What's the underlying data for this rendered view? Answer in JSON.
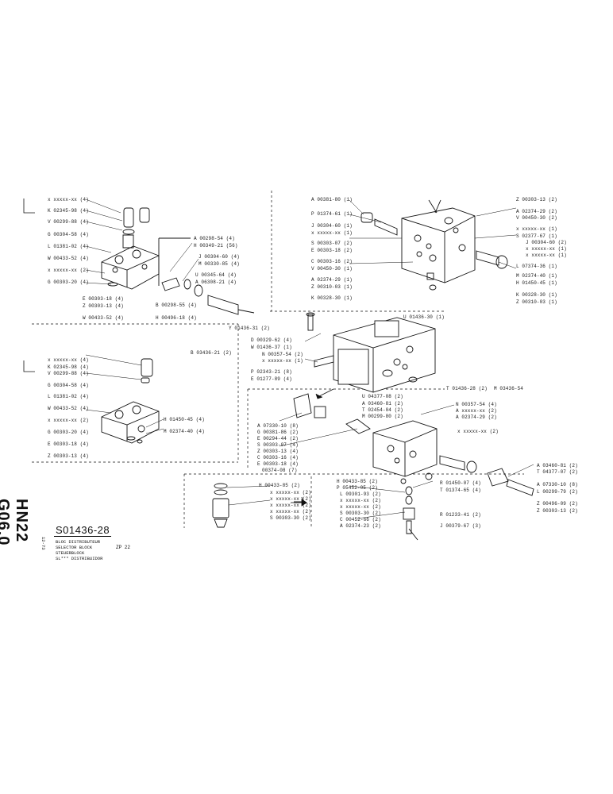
{
  "sheet": {
    "side_code": "HN22 G06.0",
    "part_number": "S01436-28",
    "title_lines": [
      "BLOC DISTRIBUTEUR",
      "SELECTOR BLOCK",
      "STEUERBLOCK",
      "SL*** DISTRIBUIDOR"
    ],
    "model": "ZP 22",
    "date": "12-73"
  },
  "groups": {
    "top_left": [
      "x xxxxx-xx (4)",
      "K 02345-98 (4)",
      "V 00299-88 (4)",
      "G 00304-58 (4)",
      "L 01381-02 (4)",
      "W 00433-52 (4)",
      "x xxxxx-xx (2)",
      "G 00303-20 (4)"
    ],
    "top_left_bottom": [
      "E 00303-18 (4)",
      "Z 00303-13 (4)",
      "W 00433-52 (4)"
    ],
    "top_mid": [
      "A 00298-54 (4)",
      "H 00349-21 (56)",
      "J 00304-60 (4)",
      "M 00330-85 (4)",
      "U 00345-64 (4)",
      "A 06308-21 (4)"
    ],
    "top_mid_bottom": [
      "B 00298-55 (4)",
      "H 00496-18 (4)",
      "Y 01436-31 (2)"
    ],
    "top_right_left": [
      "A 00381-80 (1)",
      "P 01374-61 (1)",
      "J 00304-60 (1)",
      "x xxxxx-xx (1)",
      "S 00303-07 (2)",
      "E 00303-18 (2)",
      "C 00303-16 (2)",
      "V 00450-30 (1)",
      "A 02374-29 (1)",
      "Z 00310-03 (1)",
      "K 00328-30 (1)"
    ],
    "top_right_right": [
      "Z 00303-13 (2)",
      "A 02374-29 (2)",
      "V 00450-30 (2)",
      "x xxxxx-xx (1)",
      "S 02377-67 (1)",
      "J 00304-60 (2)",
      "x xxxxx-xx (1)",
      "x xxxxx-xx (1)",
      "L 07374-36 (1)",
      "M 02374-40 (1)",
      "H 01450-45 (1)",
      "K 00328-30 (1)",
      "Z 00310-03 (1)"
    ],
    "center": [
      "D 00329-62 (4)",
      "W 01436-37 (1)",
      "N 00357-54 (2)",
      "x xxxxx-xx (1)",
      "P 02343-21 (8)",
      "E 01277-89 (4)"
    ],
    "center_codes": [
      "U 01436-30 (1)",
      "B 03436-21 (2)",
      "T 01436-28 (2)",
      "M 03436-54"
    ],
    "mid_left": [
      "x xxxxx-xx (4)",
      "K 02345-98 (4)",
      "V 00299-88 (4)",
      "G 00304-58 (4)",
      "L 01381-02 (4)",
      "W 00433-52 (4)",
      "x xxxxx-xx (2)",
      "G 00303-20 (4)",
      "E 00303-18 (4)",
      "Z 00303-13 (4)"
    ],
    "mid_left_right": [
      "H 01450-45 (4)",
      "M 02374-40 (4)"
    ],
    "lower_mid": [
      "U 04377-08 (2)",
      "A 03460-81 (2)",
      "T 02454-04 (2)",
      "M 00299-80 (2)"
    ],
    "lower_mid_right": [
      "N 00357-54 (4)",
      "A xxxxx-xx (2)",
      "A 02374-29 (2)",
      "x xxxxx-xx (2)"
    ],
    "lower_left_list": [
      "A 07330-10 (8)",
      "G 00381-86 (2)",
      "E 00294-44 (2)",
      "S 00303-07 (4)",
      "Z 00303-13 (4)",
      "C 00303-16 (4)",
      "E 00303-18 (4)",
      "00374-08 (7)"
    ],
    "lower_right": [
      "A 03460-81 (2)",
      "T 04377-07 (2)",
      "A 07330-10 (8)",
      "L 00299-79 (2)",
      "Z 00496-09 (2)",
      "Z 00303-13 (2)"
    ],
    "lower_center": [
      "R 01450-07 (4)",
      "T 01374-65 (4)"
    ],
    "bottom_left": [
      "H 00433-85 (2)",
      "x xxxxx-xx (2)",
      "x xxxxx-xx (2)",
      "x xxxxx-xx (2)",
      "x xxxxx-xx (2)",
      "S 00303-30 (2)"
    ],
    "bottom_mid": [
      "H 00433-85 (2)",
      "P 05452-05 (2)",
      "L 09301-93 (2)",
      "x xxxxx-xx (2)",
      "x xxxxx-xx (2)",
      "S 00303-30 (2)",
      "C 00452-66 (2)",
      "A 02374-23 (2)"
    ],
    "bottom_right": [
      "R 01233-41 (2)",
      "J 00379-67 (3)"
    ]
  }
}
